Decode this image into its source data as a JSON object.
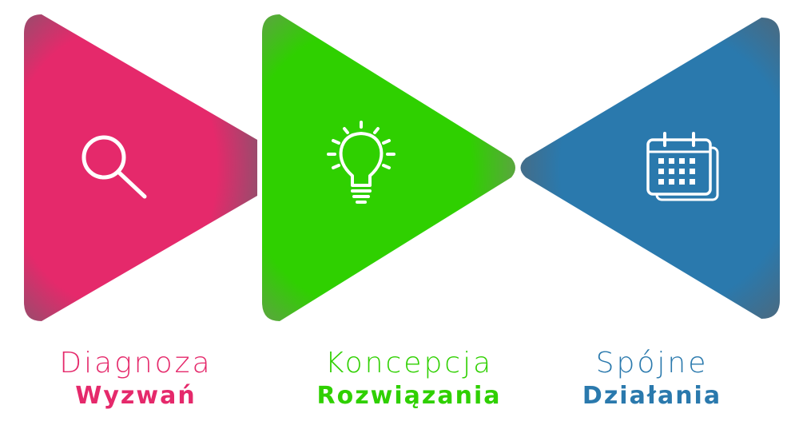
{
  "steps": [
    {
      "line1": "Diagnoza",
      "line2": "Wyzwań",
      "color": "#e5296b",
      "icon": "search-icon"
    },
    {
      "line1": "Koncepcja",
      "line2": "Rozwiązania",
      "color": "#2fd000",
      "icon": "lightbulb-icon"
    },
    {
      "line1": "Spójne",
      "line2": "Działania",
      "color": "#2a79ad",
      "icon": "calendar-icon"
    }
  ]
}
